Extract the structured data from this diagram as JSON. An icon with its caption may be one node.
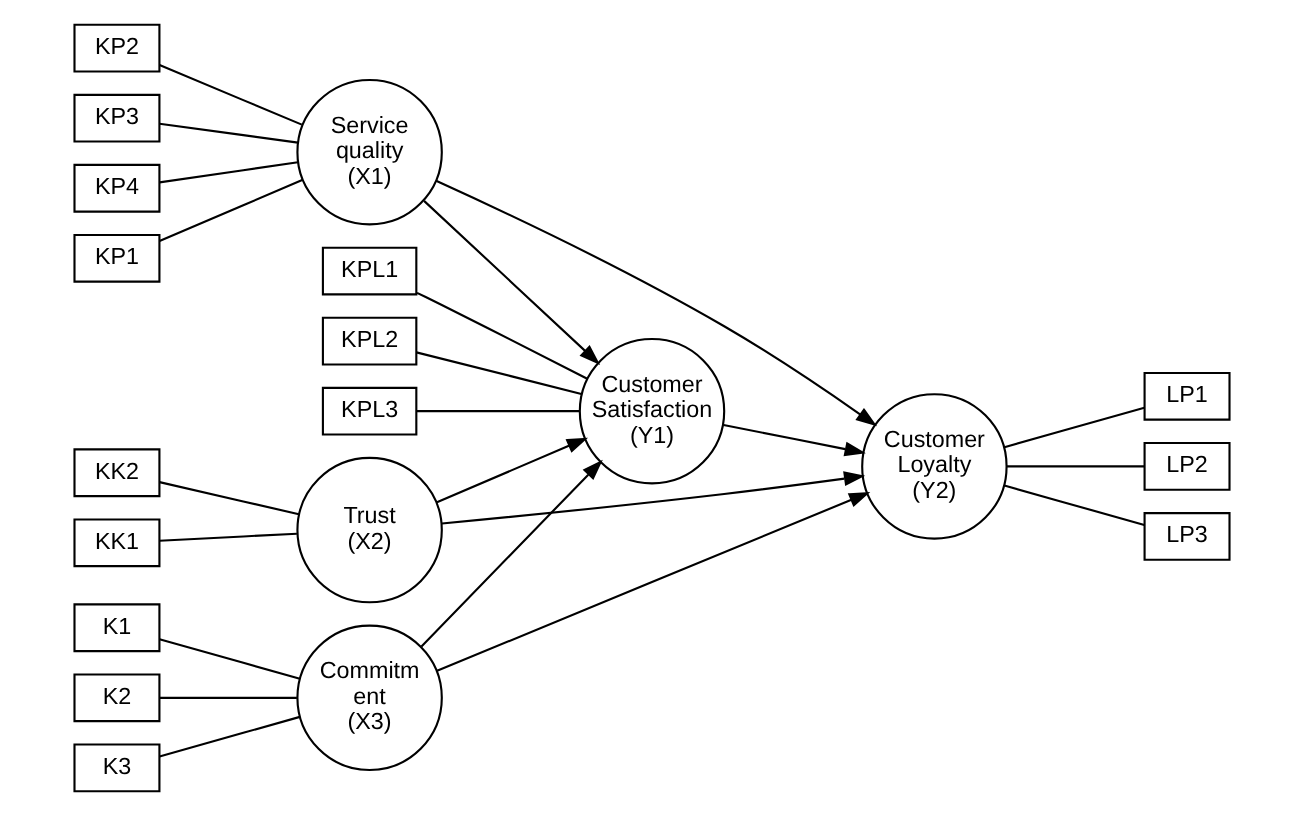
{
  "diagram": {
    "nodes": [
      {
        "text": [
          "KPL1"
        ]
      },
      {
        "text": [
          "KPL2"
        ]
      },
      {
        "text": [
          "KPL3"
        ]
      },
      {
        "text": [
          "KP1"
        ]
      },
      {
        "text": [
          "KP2"
        ]
      },
      {
        "text": [
          "Service quality (X1)"
        ]
      },
      {
        "text": [
          "Customer Satisfaction (Y1)"
        ]
      },
      {
        "text": [
          "KP3"
        ]
      },
      {
        "text": [
          "KP4"
        ]
      },
      {
        "text": [
          "KK1"
        ]
      },
      {
        "text": [
          "Trust (X2)"
        ]
      },
      {
        "text": [
          "LP1"
        ]
      },
      {
        "text": [
          "Customer Loyalty (Y2)"
        ]
      },
      {
        "text": [
          "KK2"
        ]
      },
      {
        "text": [
          "LP2"
        ]
      },
      {
        "text": [
          "LP3"
        ]
      },
      {
        "text": [
          "K1"
        ]
      },
      {
        "text": [
          "Commitm ent (X3)"
        ]
      },
      {
        "text": [
          "K2"
        ]
      },
      {
        "text": [
          "K3"
        ]
      }
    ],
    "edges": [
      {
        "from": 0,
        "to": 6,
        "arrow": "none"
      },
      {
        "from": 1,
        "to": 6,
        "arrow": "none"
      },
      {
        "from": 2,
        "to": 6,
        "arrow": "none"
      },
      {
        "from": 3,
        "to": 5,
        "arrow": "none"
      },
      {
        "from": 4,
        "to": 5,
        "arrow": "none"
      },
      {
        "from": 7,
        "to": 5,
        "arrow": "none"
      },
      {
        "from": 8,
        "to": 5,
        "arrow": "none"
      },
      {
        "from": 9,
        "to": 10,
        "arrow": "none"
      },
      {
        "from": 13,
        "to": 10,
        "arrow": "none"
      },
      {
        "from": 16,
        "to": 17,
        "arrow": "none"
      },
      {
        "from": 18,
        "to": 17,
        "arrow": "none"
      },
      {
        "from": 19,
        "to": 17,
        "arrow": "none"
      },
      {
        "from": 12,
        "to": 11,
        "arrow": "none"
      },
      {
        "from": 12,
        "to": 14,
        "arrow": "none"
      },
      {
        "from": 12,
        "to": 15,
        "arrow": "none"
      },
      {
        "from": 5,
        "to": 6,
        "arrow": "to"
      },
      {
        "from": 5,
        "to": 12,
        "arrow": "to"
      },
      {
        "from": 10,
        "to": 6,
        "arrow": "to"
      },
      {
        "from": 10,
        "to": 12,
        "arrow": "to"
      },
      {
        "from": 17,
        "to": 6,
        "arrow": "to"
      },
      {
        "from": 17,
        "to": 12,
        "arrow": "to"
      },
      {
        "from": 6,
        "to": 12,
        "arrow": "to"
      }
    ]
  }
}
